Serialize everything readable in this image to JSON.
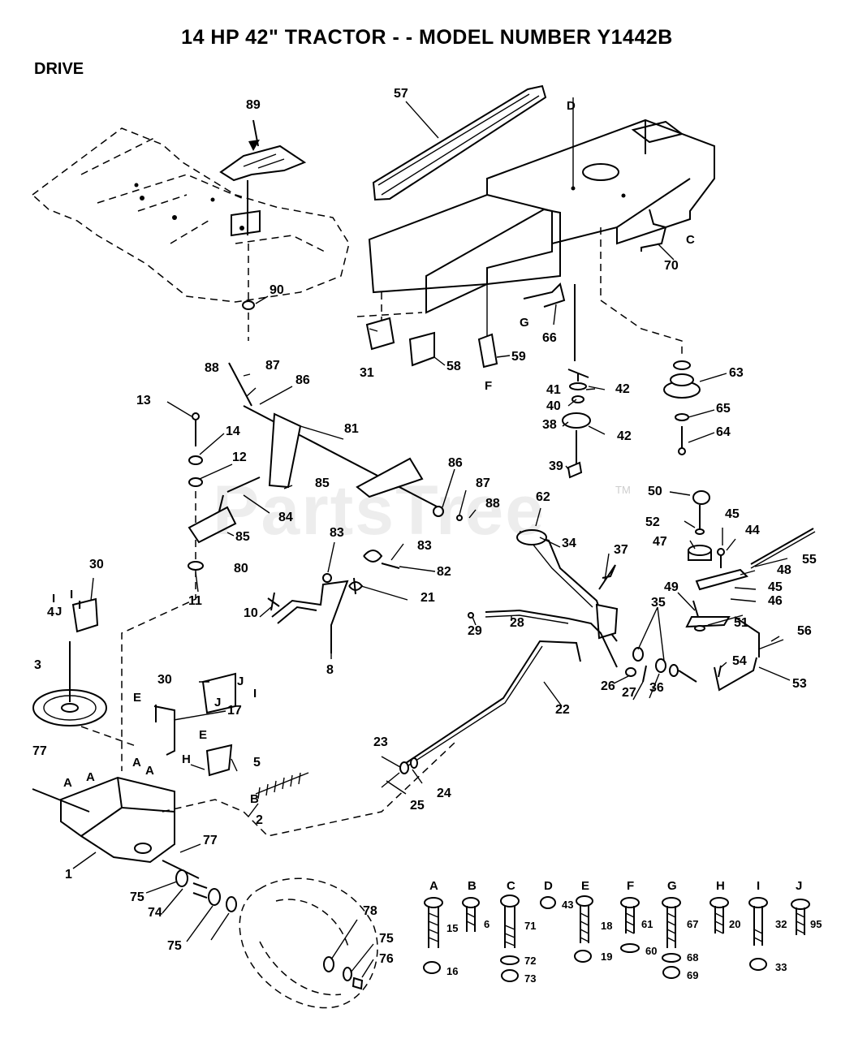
{
  "header": {
    "title": "14 HP 42\" TRACTOR - - MODEL NUMBER Y1442B",
    "section": "DRIVE"
  },
  "watermark": {
    "text": "PartsTree",
    "tm": "TM"
  },
  "callouts": [
    "57",
    "89",
    "90",
    "31",
    "58",
    "59",
    "66",
    "70",
    "41",
    "42",
    "40",
    "38",
    "42",
    "39",
    "63",
    "65",
    "64",
    "88",
    "87",
    "86",
    "13",
    "14",
    "12",
    "85",
    "84",
    "81",
    "86",
    "87",
    "88",
    "83",
    "83",
    "82",
    "85",
    "80",
    "11",
    "21",
    "10",
    "8",
    "30",
    "30",
    "4",
    "3",
    "17",
    "5",
    "2",
    "77",
    "77",
    "1",
    "75",
    "74",
    "75",
    "62",
    "34",
    "37",
    "50",
    "52",
    "45",
    "44",
    "47",
    "48",
    "55",
    "49",
    "45",
    "46",
    "51",
    "35",
    "29",
    "28",
    "26",
    "27",
    "36",
    "54",
    "56",
    "53",
    "22",
    "23",
    "24",
    "25",
    "78",
    "75",
    "76"
  ],
  "letters": [
    "D",
    "C",
    "G",
    "F",
    "I",
    "J",
    "I",
    "J",
    "E",
    "H",
    "E",
    "B",
    "A",
    "A",
    "A",
    "A",
    "I",
    "J",
    "I"
  ],
  "hardware": [
    {
      "letter": "A",
      "part": "15",
      "sub": "16"
    },
    {
      "letter": "B",
      "part": "6"
    },
    {
      "letter": "C",
      "part": "71",
      "sub": "72",
      "sub2": "73"
    },
    {
      "letter": "D",
      "part": "43"
    },
    {
      "letter": "E",
      "part": "18",
      "sub": "19"
    },
    {
      "letter": "F",
      "part": "61",
      "sub": "60"
    },
    {
      "letter": "G",
      "part": "67",
      "sub": "68",
      "sub2": "69"
    },
    {
      "letter": "H",
      "part": "20"
    },
    {
      "letter": "I",
      "part": "32",
      "sub": "33"
    },
    {
      "letter": "J",
      "part": "95"
    }
  ]
}
